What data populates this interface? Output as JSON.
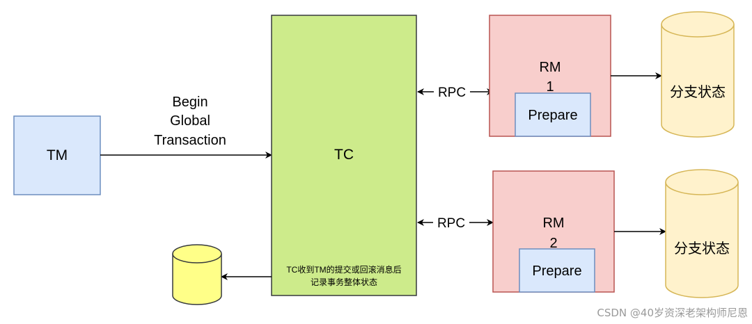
{
  "colors": {
    "tm_fill": "#dae8fc",
    "tm_stroke": "#6c8ebf",
    "tc_fill": "#cdeb8b",
    "tc_stroke": "#36393d",
    "rm_fill": "#f8cecc",
    "rm_stroke": "#b85450",
    "prepare_fill": "#dae8fc",
    "prepare_stroke": "#6c8ebf",
    "db_fill": "#fff2cc",
    "db_stroke": "#d6b656",
    "small_db_fill": "#ffff88",
    "small_db_stroke": "#36393d",
    "arrow": "#000000",
    "watermark": "#9a9a9a"
  },
  "diagram": {
    "tm": {
      "label": "TM"
    },
    "tc": {
      "label": "TC",
      "note_line1": "TC收到TM的提交或回滚消息后",
      "note_line2": "记录事务整体状态"
    },
    "begin_edge": {
      "line1": "Begin",
      "line2": "Global",
      "line3": "Transaction"
    },
    "rm1": {
      "label_line1": "RM",
      "label_line2": "1",
      "prepare": "Prepare",
      "rpc": "RPC",
      "db": "分支状态"
    },
    "rm2": {
      "label_line1": "RM",
      "label_line2": "2",
      "prepare": "Prepare",
      "rpc": "RPC",
      "db": "分支状态"
    }
  },
  "watermark": "CSDN @40岁资深老架构师尼恩"
}
